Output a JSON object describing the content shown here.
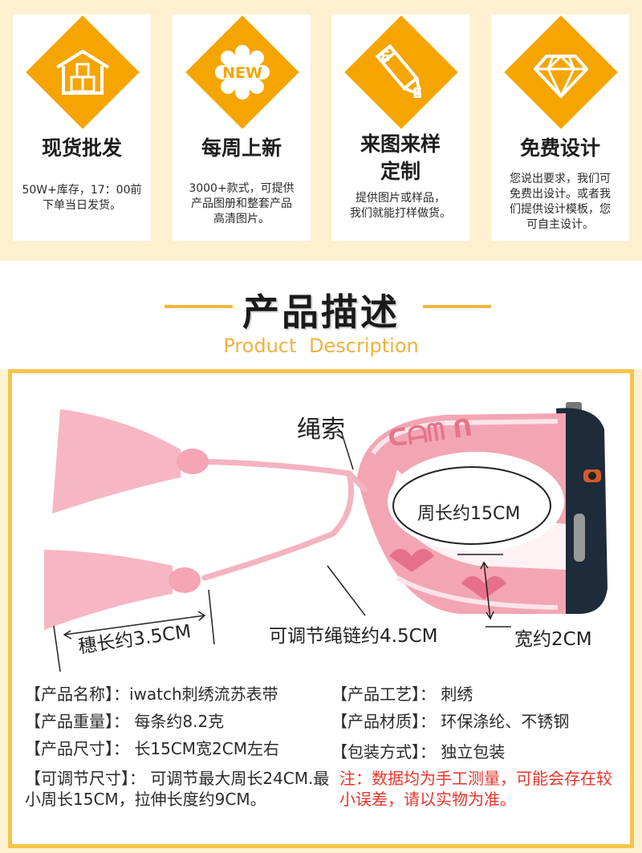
{
  "features": [
    {
      "title": "现货批发",
      "desc": [
        "50W+库存，17：00前",
        "下单当日发货。"
      ],
      "icon": "warehouse-icon"
    },
    {
      "title": "每周上新",
      "desc": [
        "3000+款式，可提供",
        "产品图册和整套产品",
        "高清图片。"
      ],
      "icon": "new-badge-icon",
      "badge": "NEW"
    },
    {
      "title": "来图来样",
      "title2": "定制",
      "desc": [
        "提供图片或样品，",
        "我们就能打样做货。"
      ],
      "icon": "pencil-icon"
    },
    {
      "title": "免费设计",
      "desc": [
        "您说出要求，我们可",
        "免费出设计。或者我",
        "们提供设计模板，您",
        "可自主设计。"
      ],
      "icon": "diamond-icon"
    }
  ],
  "heading": {
    "zh": "产品描述",
    "en": "Product  Description"
  },
  "photo_labels": {
    "rope": "绳索",
    "circumference": "周长约15CM",
    "adjustable_chain": "可调节绳链约4.5CM",
    "width": "宽约2CM",
    "tassel": "穗长约3.5CM"
  },
  "specs": {
    "name": "【产品名称】：iwatch刺绣流苏表带",
    "weight": "【产品重量】：  每条约8.2克",
    "size": "【产品尺寸】：  长15CM宽2CM左右",
    "adjust": "【可调节尺寸】：  可调节最大周长24CM.最小周长15CM，拉伸长度约9CM。",
    "craft": "【产品工艺】：  刺绣",
    "material": "【产品材质】：  环保涤纶、不锈钢",
    "package": "【包装方式】：  独立包装",
    "note": "注：数据均为手工测量，可能会存在较小误差，请以实物为准。"
  },
  "colors": {
    "accent": "#f6a500",
    "frame": "#f7c44c",
    "note": "#e8352b",
    "band": "#f5a9b8",
    "tassel": "#f7b6c3"
  }
}
